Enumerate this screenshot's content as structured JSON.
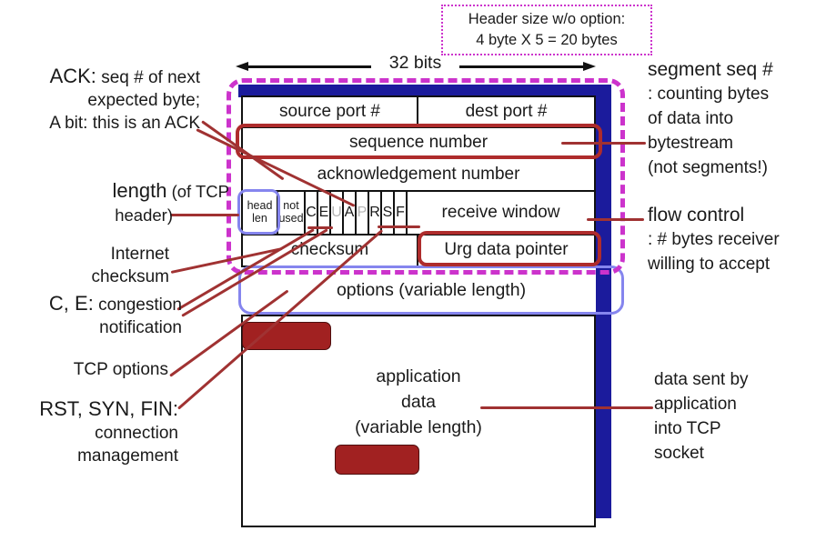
{
  "header_note": {
    "line1": "Header size w/o option:",
    "line2": "4 byte X 5 = 20 bytes"
  },
  "bits_label": "32 bits",
  "segment": {
    "source_port": "source port #",
    "dest_port": "dest port #",
    "sequence_number": "sequence number",
    "ack_number": "acknowledgement number",
    "head_len": {
      "line1": "head",
      "line2": "len"
    },
    "not_used": {
      "line1": "not",
      "line2": "used"
    },
    "flags": [
      "C",
      "E",
      "U",
      "A",
      "P",
      "R",
      "S",
      "F"
    ],
    "receive_window": "receive window",
    "checksum": "checksum",
    "urg_pointer": "Urg data pointer",
    "options": "options (variable length)",
    "app_data": {
      "line1": "application",
      "line2": "data",
      "line3": "(variable length)"
    }
  },
  "annotations": {
    "ack": {
      "lead": "ACK:",
      "rest": " seq # of next",
      "line2": "expected byte;",
      "line3": "A bit: this is an ACK"
    },
    "length": {
      "lead": "length",
      "rest": " (of TCP",
      "line2": "header)"
    },
    "internet_checksum": {
      "line1": "Internet",
      "line2": "checksum"
    },
    "congestion": {
      "lead": "C, E:",
      "rest": " congestion",
      "line2": "notification"
    },
    "tcp_options": "TCP options",
    "conn_mgmt": {
      "lead": "RST, SYN, FIN:",
      "line2": "connection",
      "line3": "management"
    },
    "segment_seq": {
      "lead": "segment seq  #",
      "lines": [
        ": counting bytes",
        "of data into",
        "bytestream",
        "(not segments!)"
      ]
    },
    "flow_control": {
      "lead": "flow control",
      "lines": [
        ": # bytes receiver",
        "willing to accept"
      ]
    },
    "data_sent": {
      "lines": [
        "data sent by",
        "application",
        "into TCP",
        "socket"
      ]
    }
  },
  "colors": {
    "navy": "#1b1b9c",
    "magenta": "#cc33cc",
    "annotation_red": "#a03232",
    "fill_red": "#a12121",
    "outline_red": "#ae2c2c",
    "periwinkle": "#8585ee",
    "muted_flag": "#b4b4b4"
  }
}
